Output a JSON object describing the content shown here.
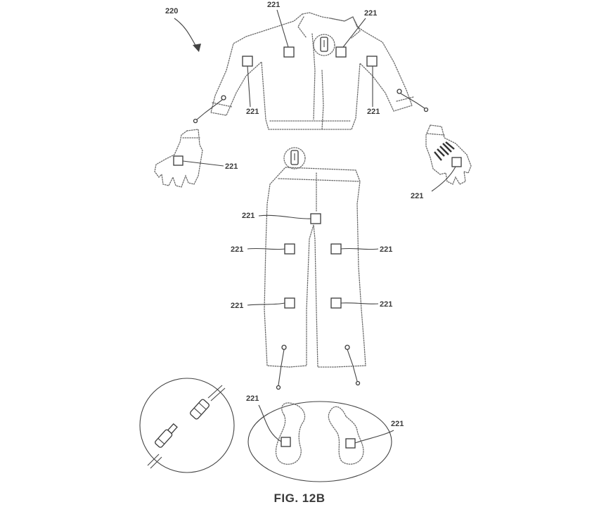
{
  "figure": {
    "caption": "FIG. 12B",
    "assembly_ref": "220",
    "component_ref": "221"
  },
  "parts": [
    "jacket",
    "gloves",
    "pants",
    "insoles",
    "connector-detail"
  ]
}
